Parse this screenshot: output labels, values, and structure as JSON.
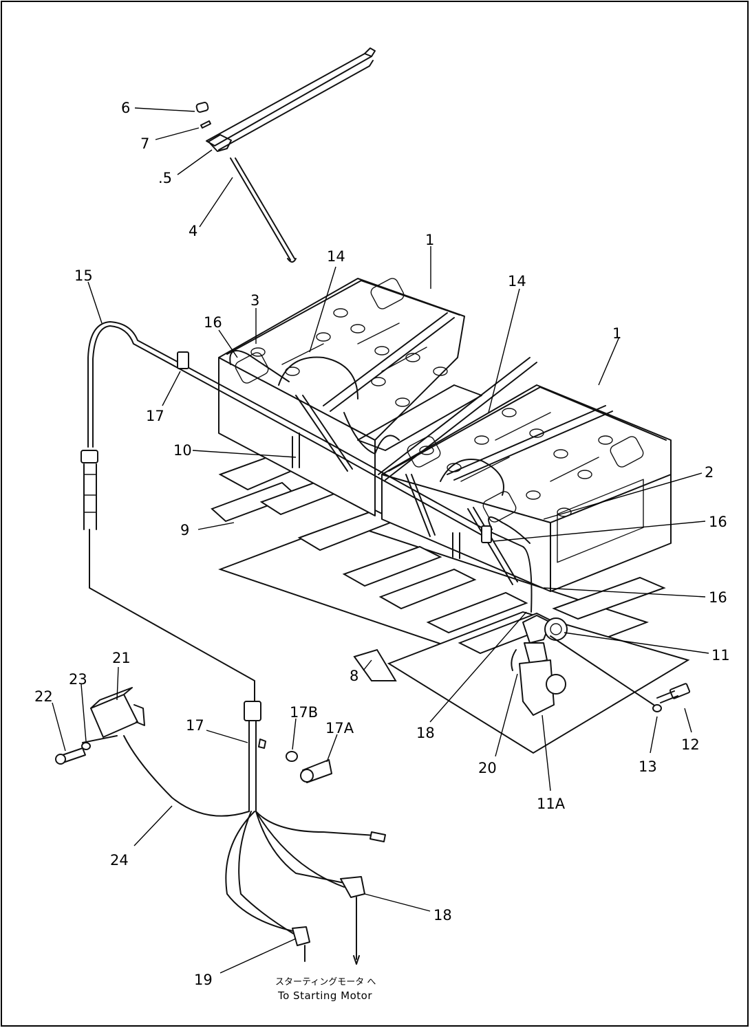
{
  "callouts": {
    "c6": "6",
    "c7": "7",
    "c5": ".5",
    "c4": "4",
    "c15": "15",
    "c14a": "14",
    "c14b": "14",
    "c1a": "1",
    "c1b": "1",
    "c3": "3",
    "c16a": "16",
    "c16b": "16",
    "c16c": "16",
    "c17a": "17",
    "c17b": "17",
    "c10": "10",
    "c2": "2",
    "c9": "9",
    "c11": "11",
    "c11a": "11A",
    "c12": "12",
    "c13": "13",
    "c8": "8",
    "c18a": "18",
    "c18b": "18",
    "c20": "20",
    "c21": "21",
    "c22": "22",
    "c23": "23",
    "c17bb": "17B",
    "c17aa": "17A",
    "c24": "24",
    "c19": "19"
  },
  "notes": {
    "starting_motor_jp": "スターティングモータ へ",
    "starting_motor_en": "To Starting Motor"
  }
}
